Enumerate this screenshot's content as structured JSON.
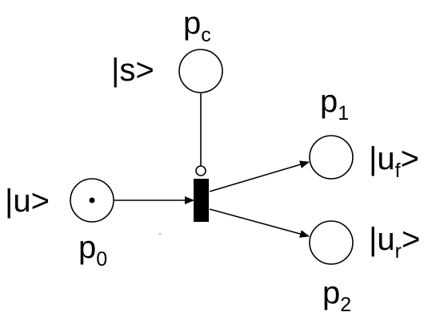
{
  "places": [
    {
      "id": "p0",
      "name_main": "p",
      "name_sub": "0",
      "state_label": "|u>",
      "has_token": true
    },
    {
      "id": "pc",
      "name_main": "p",
      "name_sub": "c",
      "state_label": "|s>",
      "has_token": false
    },
    {
      "id": "p1",
      "name_main": "p",
      "name_sub": "1",
      "state_label_main": "|u",
      "state_label_sub": "f",
      "state_label_end": ">",
      "has_token": false
    },
    {
      "id": "p2",
      "name_main": "p",
      "name_sub": "2",
      "state_label_main": "|u",
      "state_label_sub": "r",
      "state_label_end": ">",
      "has_token": false
    }
  ],
  "transition": {
    "type": "bar"
  },
  "arcs": [
    {
      "from": "p0",
      "to": "transition",
      "kind": "normal"
    },
    {
      "from": "pc",
      "to": "transition",
      "kind": "inhibitor"
    },
    {
      "from": "transition",
      "to": "p1",
      "kind": "normal"
    },
    {
      "from": "transition",
      "to": "p2",
      "kind": "normal"
    }
  ],
  "colors": {
    "stroke": "#000000",
    "fill": "#ffffff",
    "token": "#000000",
    "stray_dot": "#c8965a"
  }
}
